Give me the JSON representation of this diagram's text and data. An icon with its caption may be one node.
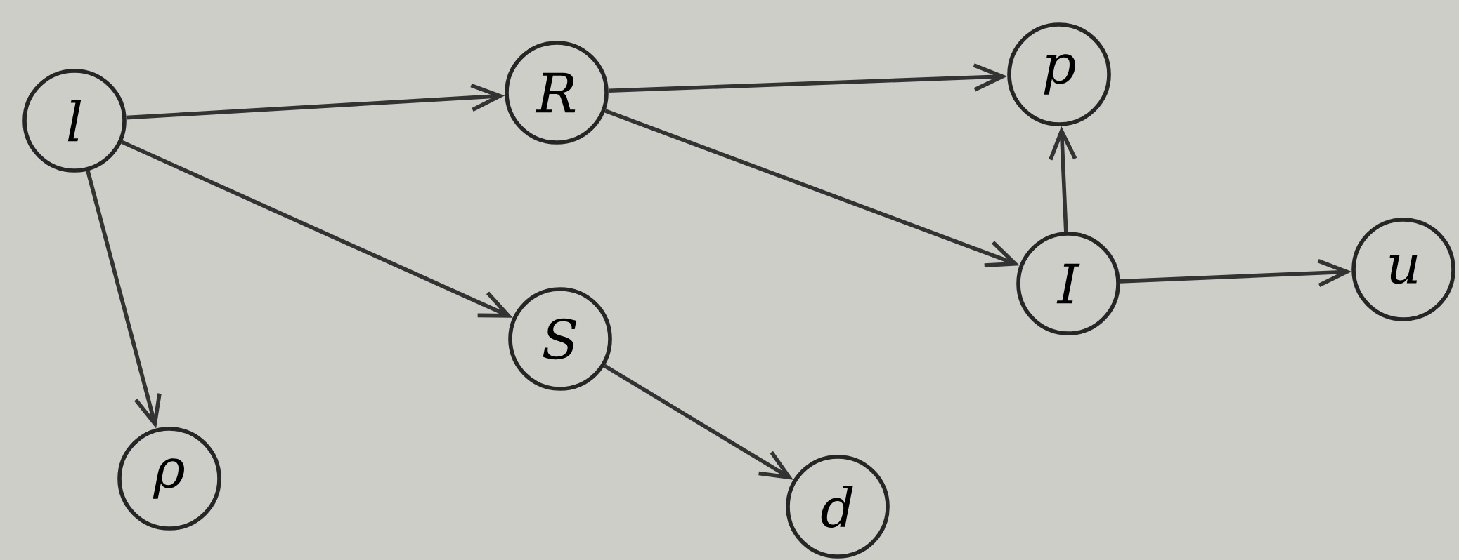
{
  "diagram": {
    "nodes": [
      {
        "text": [
          "l"
        ]
      },
      {
        "text": [
          "R"
        ]
      },
      {
        "text": [
          "p"
        ]
      },
      {
        "text": [
          "S"
        ]
      },
      {
        "text": [
          "I"
        ]
      },
      {
        "text": [
          "u"
        ]
      },
      {
        "text": [
          "ρ"
        ]
      },
      {
        "text": [
          "d"
        ]
      }
    ],
    "edges": [
      {
        "from": 0,
        "to": 1,
        "arrow": "to"
      },
      {
        "from": 0,
        "to": 3,
        "arrow": "to"
      },
      {
        "from": 0,
        "to": 6,
        "arrow": "to"
      },
      {
        "from": 1,
        "to": 2,
        "arrow": "to"
      },
      {
        "from": 1,
        "to": 4,
        "arrow": "to"
      },
      {
        "from": 4,
        "to": 2,
        "arrow": "to"
      },
      {
        "from": 4,
        "to": 5,
        "arrow": "to"
      },
      {
        "from": 3,
        "to": 7,
        "arrow": "to"
      }
    ]
  }
}
